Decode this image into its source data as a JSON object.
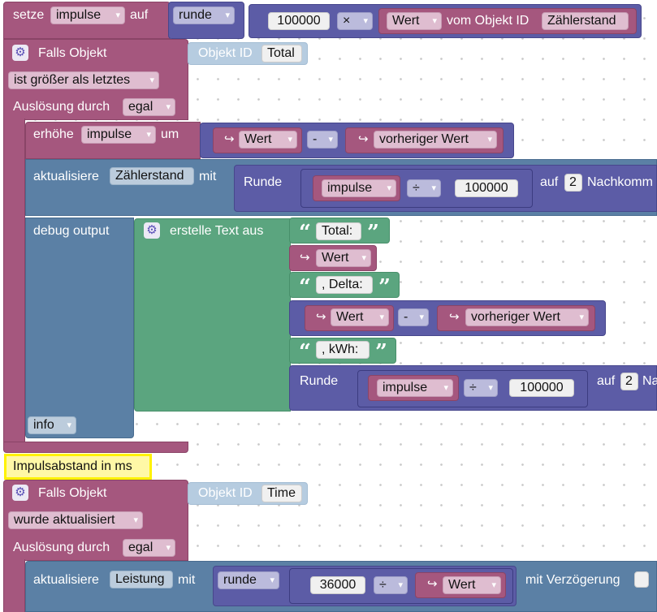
{
  "colors": {
    "magenta": "#a5577e",
    "purple": "#5c5ca6",
    "steel": "#5b80a5",
    "green": "#5ba57f",
    "comment_bg": "#fff8a6"
  },
  "icons": [
    "gear-icon",
    "return-arrow-icon",
    "open-quote-icon",
    "close-quote-icon",
    "chevron-down-icon"
  ],
  "setze": {
    "label": "setze",
    "var": "impulse",
    "auf": "auf",
    "round": "runde",
    "number": "100000",
    "op": "×",
    "wert": "Wert",
    "vom": "vom Objekt ID",
    "obj": "Zählerstand"
  },
  "trigger1": {
    "label": "Falls Objekt",
    "objid_label": "Objekt ID",
    "objid": "Total",
    "condition": "ist größer als letztes",
    "ausl": "Auslösung durch",
    "ausl_val": "egal"
  },
  "erhoehe": {
    "label": "erhöhe",
    "var": "impulse",
    "um": "um",
    "wert": "Wert",
    "op": "-",
    "prev": "vorheriger Wert"
  },
  "akt1": {
    "label": "aktualisiere",
    "obj": "Zählerstand",
    "mit": "mit",
    "runde": "Runde",
    "var": "impulse",
    "op": "÷",
    "number": "100000",
    "auf": "auf",
    "digits": "2",
    "nachkomma": "Nachkomm"
  },
  "debug": {
    "label": "debug output",
    "build": "erstelle Text aus",
    "t1": "Total:",
    "wert": "Wert",
    "t2": ", Delta:",
    "wert2": "Wert",
    "op": "-",
    "prev": "vorheriger Wert",
    "t3": ", kWh:",
    "runde": "Runde",
    "var": "impulse",
    "op2": "÷",
    "number": "100000",
    "auf": "auf",
    "digits": "2",
    "na": "Na",
    "level": "info"
  },
  "comment": "Impulsabstand in ms",
  "trigger2": {
    "label": "Falls Objekt",
    "objid_label": "Objekt ID",
    "objid": "Time",
    "condition": "wurde aktualisiert",
    "ausl": "Auslösung durch",
    "ausl_val": "egal"
  },
  "akt2": {
    "label": "aktualisiere",
    "obj": "Leistung",
    "mit": "mit",
    "round": "runde",
    "number": "36000",
    "op": "÷",
    "wert": "Wert",
    "delay": "mit Verzögerung"
  }
}
